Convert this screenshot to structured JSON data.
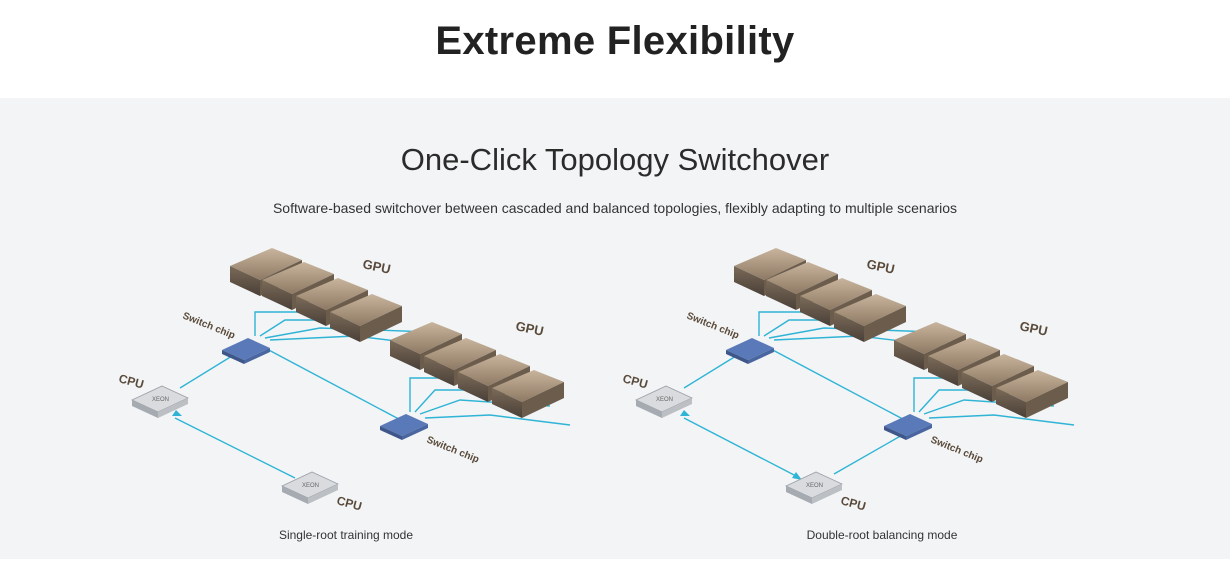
{
  "header": {
    "title": "Extreme Flexibility"
  },
  "section": {
    "title": "One-Click Topology Switchover",
    "description": "Software-based switchover between cascaded and balanced topologies, flexibly adapting to multiple scenarios"
  },
  "diagrams": [
    {
      "caption": "Single-root training mode",
      "gpu_label": "GPU",
      "switch_label": "Switch chip",
      "cpu_label": "CPU"
    },
    {
      "caption": "Double-root balancing mode",
      "gpu_label": "GPU",
      "switch_label": "Switch chip",
      "cpu_label": "CPU"
    }
  ],
  "colors": {
    "link": "#2fb4d6",
    "gpu_shell": "#b19a80",
    "band_bg": "#f2f4f6"
  }
}
